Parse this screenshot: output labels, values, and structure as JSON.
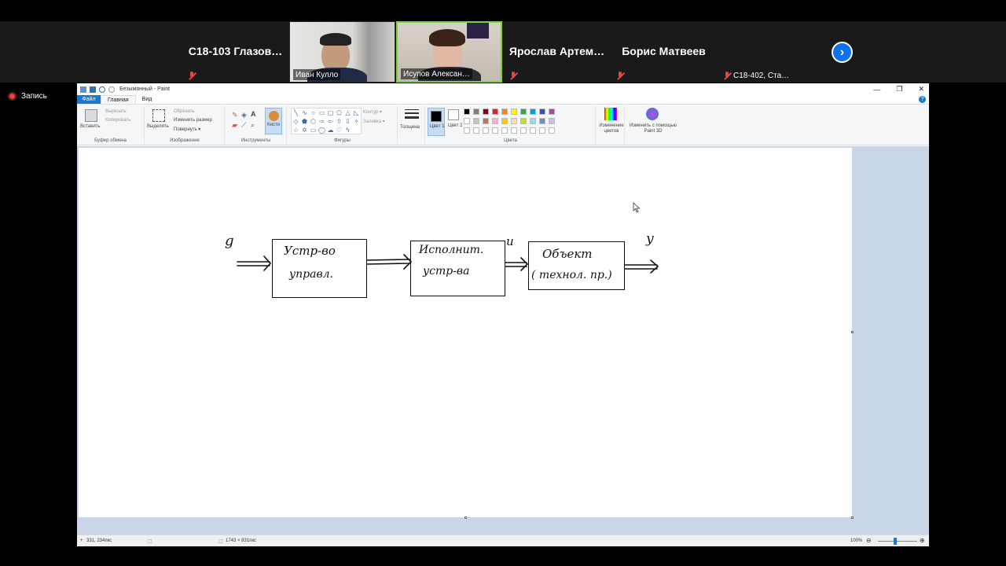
{
  "zoom": {
    "participants": [
      {
        "name": "С18-103  Глазов…",
        "muted": true,
        "video": false
      },
      {
        "name": "Иван Кулло",
        "muted": false,
        "video": true
      },
      {
        "name": "Исупов Алексан…",
        "muted": false,
        "video": true,
        "speaking": true
      },
      {
        "name": "Ярослав  Артем…",
        "muted": true,
        "video": false
      },
      {
        "name": "Борис Матвеев",
        "muted": true,
        "video": false
      },
      {
        "name": "С18-402, Ста…",
        "muted": true,
        "video": false
      }
    ],
    "recording_label": "Запись",
    "next_page_icon": "chevron-right-icon"
  },
  "paint": {
    "title": "Безымянный - Paint",
    "window_controls": {
      "minimize": "—",
      "maximize": "❐",
      "close": "✕"
    },
    "help": "?",
    "menu": {
      "file": "Файл",
      "home": "Главная",
      "view": "Вид"
    },
    "ribbon": {
      "clipboard": {
        "paste": "Вставить",
        "cut": "Вырезать",
        "copy": "Копировать",
        "label": "Буфер обмена"
      },
      "image": {
        "select": "Выделить",
        "crop": "Обрезать",
        "resize": "Изменить размер",
        "rotate": "Повернуть ▾",
        "label": "Изображение"
      },
      "tools": {
        "label": "Инструменты",
        "brushes": "Кисти"
      },
      "shapes": {
        "outline": "Контур ▾",
        "fill": "Заливка ▾",
        "label": "Фигуры"
      },
      "size": {
        "label": "Толщина"
      },
      "colors": {
        "color1": "Цвет 1",
        "color2": "Цвет 2",
        "edit": "Изменение цветов",
        "label": "Цвета",
        "palette": [
          "#000000",
          "#7f7f7f",
          "#880015",
          "#ed1c24",
          "#ff7f27",
          "#fff200",
          "#22b14c",
          "#00a2e8",
          "#3f48cc",
          "#a349a4",
          "#ffffff",
          "#c3c3c3",
          "#b97a57",
          "#ffaec9",
          "#ffc90e",
          "#efe4b0",
          "#b5e61d",
          "#99d9ea",
          "#7092be",
          "#c8bfe7",
          "#ffffff",
          "#ffffff",
          "#ffffff",
          "#ffffff",
          "#ffffff",
          "#ffffff",
          "#ffffff",
          "#ffffff",
          "#ffffff",
          "#ffffff"
        ]
      },
      "paint3d": "Изменить с помощью Paint 3D"
    },
    "status": {
      "cursor_pos": "331, 234пкс",
      "selection_size": "",
      "canvas_size": "1743 × 831пкс",
      "zoom": "100%"
    }
  },
  "diagram": {
    "input_label": "g",
    "block1": {
      "line1": "Устр-во",
      "line2": "управл."
    },
    "block2": {
      "line1": "Исполнит.",
      "line2": "устр-ва"
    },
    "signal_label": "u",
    "block3": {
      "line1": "Объект",
      "line2": "( технол. пр.)"
    },
    "output_label": "y"
  }
}
